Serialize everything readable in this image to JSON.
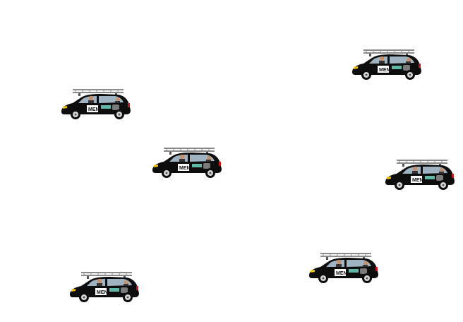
{
  "scene": {
    "background": "#ffffff",
    "sprite": "van-with-roof-ladder",
    "vans": [
      {
        "id": "van-1",
        "logo": "MEN"
      },
      {
        "id": "van-2",
        "logo": "MEN"
      },
      {
        "id": "van-3",
        "logo": "MEN"
      },
      {
        "id": "van-4",
        "logo": "MEN"
      },
      {
        "id": "van-5",
        "logo": "MEN"
      },
      {
        "id": "van-6",
        "logo": "MEN"
      }
    ]
  },
  "colors": {
    "body": "#0d0d0d",
    "window": "#9fb3c2",
    "headlight": "#f2c400",
    "taillight": "#c21a1a",
    "decal": "#5fb7a8",
    "ladder": "#8a8a8a",
    "logo_panel": "#ffffff"
  }
}
